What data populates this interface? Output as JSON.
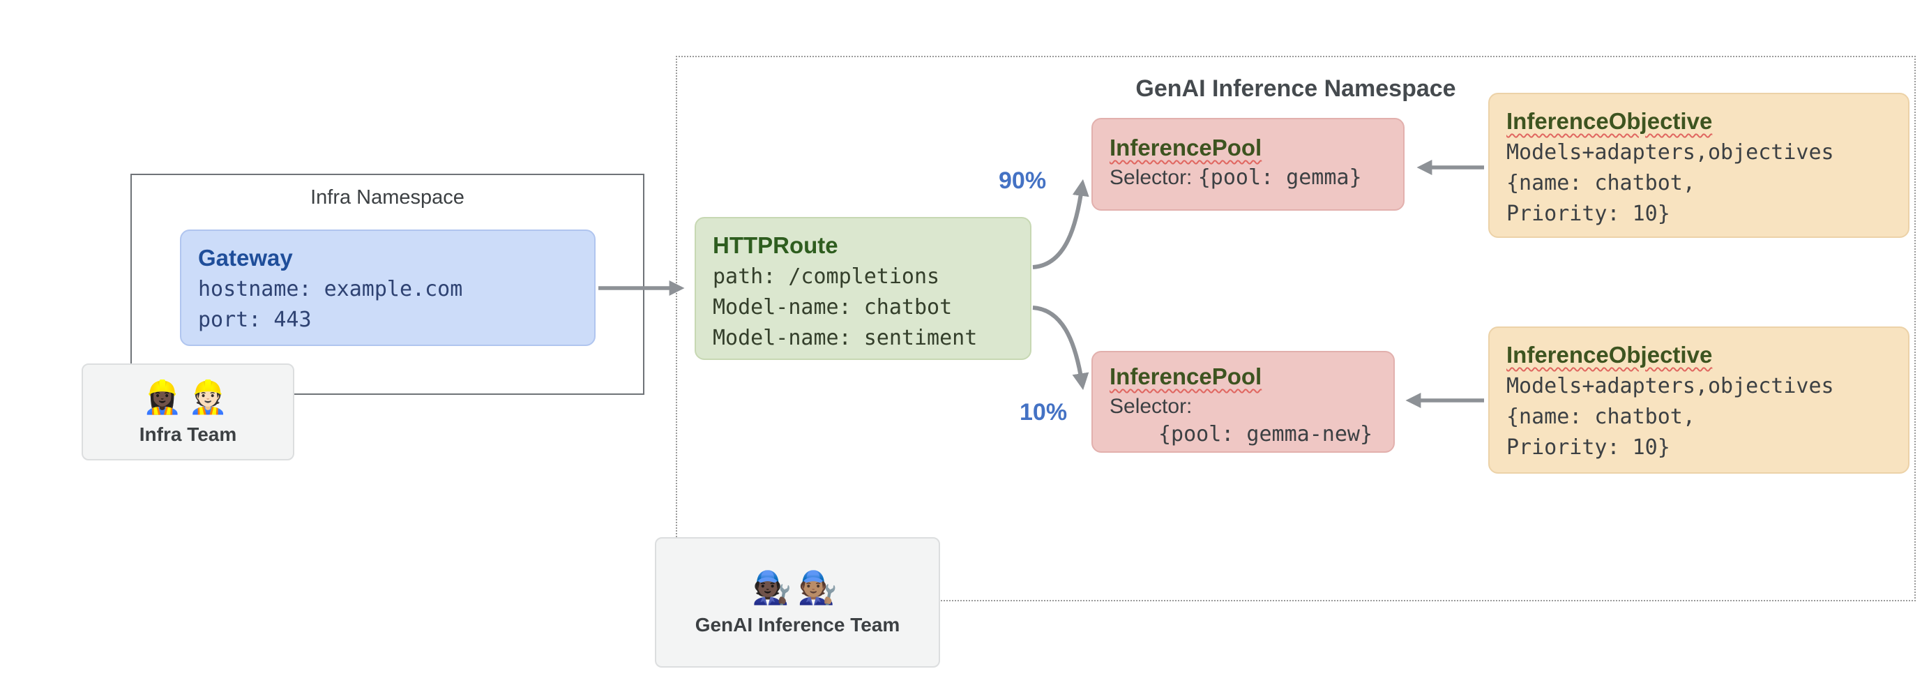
{
  "infra_namespace": {
    "title": "Infra Namespace",
    "gateway": {
      "title": "Gateway",
      "hostname_line": "hostname: example.com",
      "port_line": "port: 443"
    }
  },
  "infra_team": {
    "label": "Infra Team",
    "icons": "👷🏿‍♀️👷🏻"
  },
  "genai_namespace": {
    "title": "GenAI Inference Namespace",
    "httproute": {
      "title": "HTTPRoute",
      "path_line": "path: /completions",
      "model_line_1": "Model-name: chatbot",
      "model_line_2": "Model-name: sentiment"
    },
    "weight_top": "90%",
    "weight_bottom": "10%",
    "pool_top": {
      "title": "InferencePool",
      "selector_label": "Selector:",
      "selector_value": "{pool: gemma}"
    },
    "pool_bottom": {
      "title": "InferencePool",
      "selector_label": "Selector:",
      "selector_value": "{pool: gemma-new}"
    },
    "objective_top": {
      "title": "InferenceObjective",
      "line_1": "Models+adapters,objectives",
      "line_2": "{name: chatbot,",
      "line_3": "Priority: 10}"
    },
    "objective_bottom": {
      "title": "InferenceObjective",
      "line_1": "Models+adapters,objectives",
      "line_2": "{name: chatbot,",
      "line_3": "Priority: 10}"
    }
  },
  "genai_team": {
    "label": "GenAI Inference Team",
    "icons": "🧑🏿‍🔧🧑🏽‍🔧"
  },
  "colors": {
    "weight_blue": "#4472c4",
    "arrow_gray": "#8d9196",
    "gateway_fill": "#ccdcf9",
    "httproute_fill": "#dbe7cf",
    "pool_fill": "#efc7c4",
    "objective_fill": "#f8e3c0",
    "team_fill": "#f3f4f4"
  }
}
